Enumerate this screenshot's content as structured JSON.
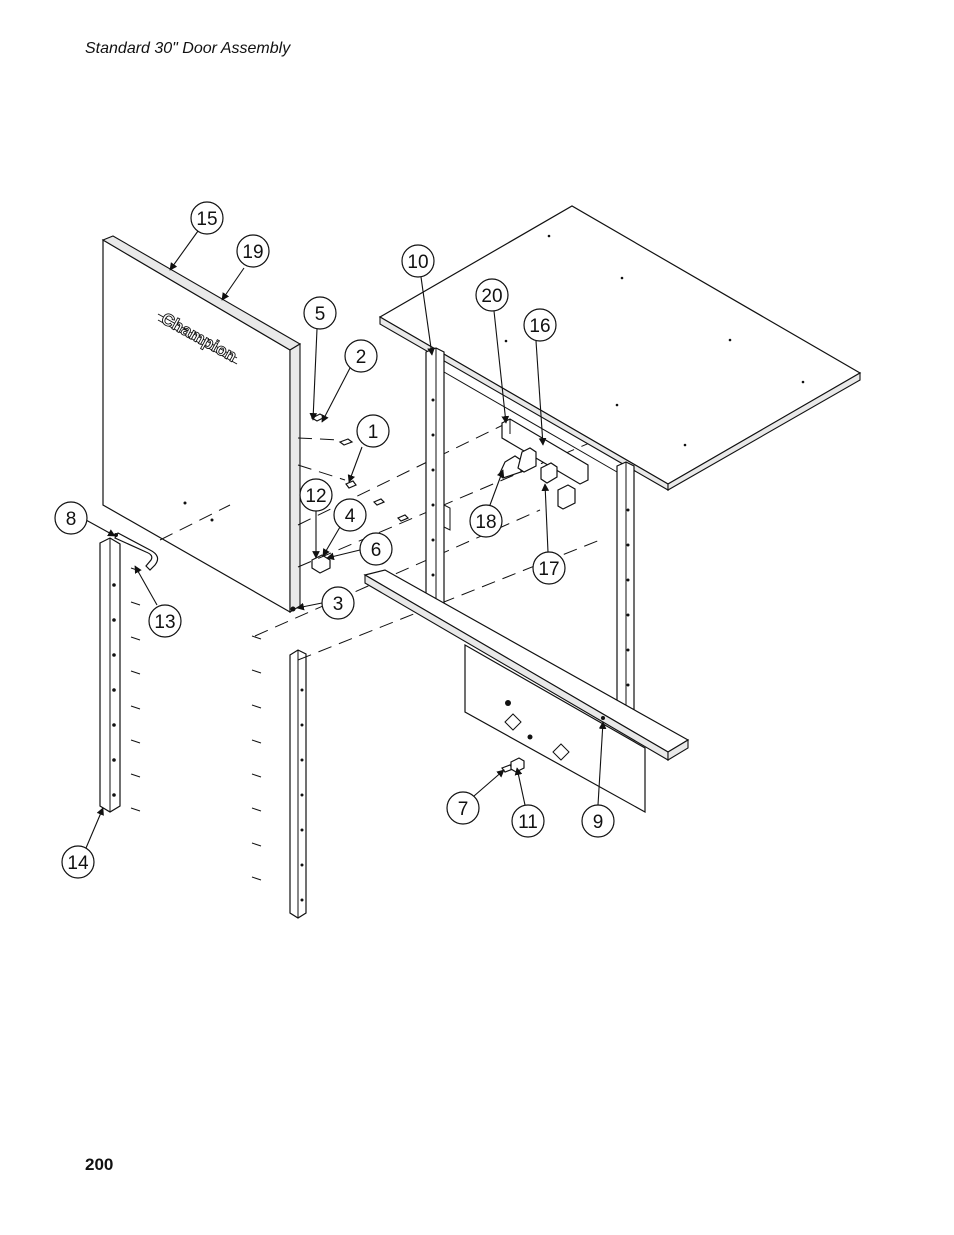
{
  "header": {
    "title": "Standard 30\" Door Assembly"
  },
  "footer": {
    "page_number": "200"
  },
  "drawing": {
    "logo_text": "Champion",
    "callouts": [
      "1",
      "2",
      "3",
      "4",
      "5",
      "6",
      "7",
      "8",
      "9",
      "10",
      "11",
      "12",
      "13",
      "14",
      "15",
      "16",
      "17",
      "18",
      "19",
      "20"
    ]
  }
}
